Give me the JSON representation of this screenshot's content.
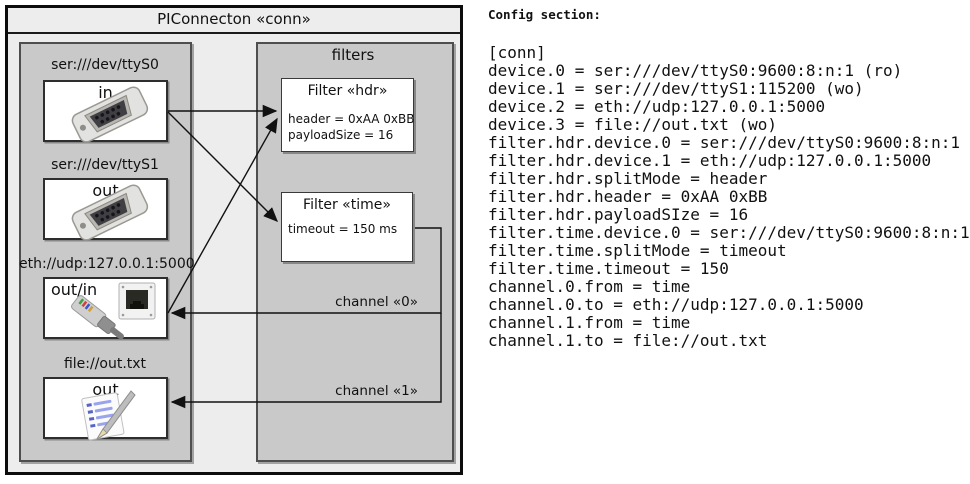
{
  "diagram": {
    "title": "PIConnecton «conn»",
    "devices_group": {
      "items": [
        {
          "label": "ser:///dev/ttyS0",
          "port": "in",
          "icon": "serial-port-icon"
        },
        {
          "label": "ser:///dev/ttyS1",
          "port": "out",
          "icon": "serial-port-icon"
        },
        {
          "label": "eth://udp:127.0.0.1:5000",
          "port": "out/in",
          "icon": "ethernet-icon"
        },
        {
          "label": "file://out.txt",
          "port": "out",
          "icon": "notes-file-icon"
        }
      ]
    },
    "filters_group": {
      "title": "filters",
      "filters": [
        {
          "title": "Filter «hdr»",
          "props": [
            "header = 0xAA 0xBB",
            "payloadSize = 16"
          ]
        },
        {
          "title": "Filter «time»",
          "props": [
            "timeout = 150 ms"
          ]
        }
      ]
    },
    "channels": [
      {
        "label": "channel «0»"
      },
      {
        "label": "channel «1»"
      }
    ],
    "colors": {
      "panel_gray": "#c9c9c9",
      "outer_fill": "#ededed",
      "box_white": "#ffffff",
      "line_black": "#111111"
    }
  },
  "config": {
    "heading": "Config section:",
    "lines": [
      "[conn]",
      "device.0 = ser:///dev/ttyS0:9600:8:n:1 (ro)",
      "device.1 = ser:///dev/ttyS1:115200 (wo)",
      "device.2 = eth://udp:127.0.0.1:5000",
      "device.3 = file://out.txt (wo)",
      "filter.hdr.device.0 = ser:///dev/ttyS0:9600:8:n:1",
      "filter.hdr.device.1 = eth://udp:127.0.0.1:5000",
      "filter.hdr.splitMode = header",
      "filter.hdr.header = 0xAA 0xBB",
      "filter.hdr.payloadSIze = 16",
      "filter.time.device.0 = ser:///dev/ttyS0:9600:8:n:1",
      "filter.time.splitMode = timeout",
      "filter.time.timeout = 150",
      "channel.0.from = time",
      "channel.0.to = eth://udp:127.0.0.1:5000",
      "channel.1.from = time",
      "channel.1.to = file://out.txt"
    ]
  }
}
